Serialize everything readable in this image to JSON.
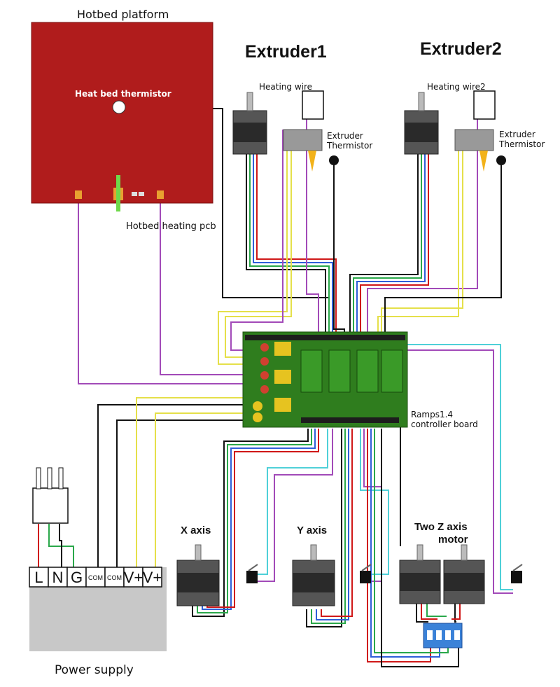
{
  "labels": {
    "hotbed_platform": "Hotbed platform",
    "heat_bed_thermistor": "Heat bed thermistor",
    "hotbed_heating_pcb": "Hotbed heating pcb",
    "extruder1": "Extruder1",
    "extruder2": "Extruder2",
    "heating_wire": "Heating wire",
    "heating_wire2": "Heating wire2",
    "extruder_thermistor_1_line1": "Extruder",
    "extruder_thermistor_1_line2": "Thermistor",
    "extruder_thermistor_2_line1": "Extruder",
    "extruder_thermistor_2_line2": "Thermistor",
    "ramps_line1": "Ramps1.4",
    "ramps_line2": "controller board",
    "x_axis": "X axis",
    "y_axis": "Y axis",
    "z_axis_line1": "Two Z axis",
    "z_axis_line2": "motor",
    "power_supply": "Power supply"
  },
  "terminals": [
    "L",
    "N",
    "G",
    "COM",
    "COM",
    "V+",
    "V+"
  ],
  "colors": {
    "hotbed": "#b01c1c",
    "pcb": "#2f7d1e",
    "motor": "#555555",
    "wire_purple": "#a24ab8",
    "wire_yellow": "#e5e04a",
    "wire_cyan": "#4fd0d8",
    "wire_black": "#111111",
    "wire_red": "#d01818",
    "wire_green": "#2aa84a",
    "wire_blue": "#2f5fd8"
  }
}
